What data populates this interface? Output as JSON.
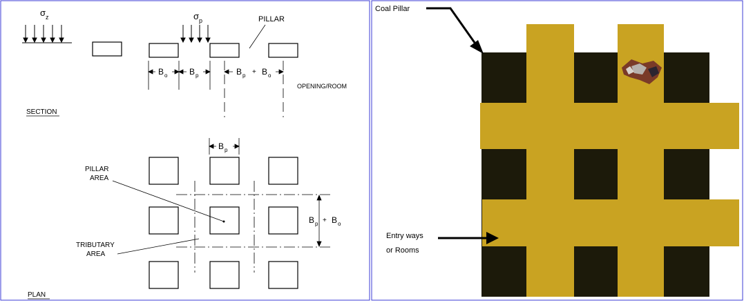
{
  "left_panel": {
    "sigma_z": {
      "symbol": "σ",
      "sub": "z"
    },
    "sigma_p": {
      "symbol": "σ",
      "sub": "p"
    },
    "pillar_label": "PILLAR",
    "section_label": "SECTION",
    "plan_label": "PLAN",
    "opening_room_label": "OPENING/ROOM",
    "dim_bo": {
      "main": "B",
      "sub": "o"
    },
    "dim_bp": {
      "main": "B",
      "sub": "p"
    },
    "dim_bp_plus_bo": {
      "a": "B",
      "a_sub": "p",
      "plus": "+",
      "b": "B",
      "b_sub": "o"
    },
    "plan_dim_bp": {
      "main": "B",
      "sub": "p"
    },
    "plan_dim_bp_plus_bo": {
      "a": "B",
      "a_sub": "p",
      "plus": "+",
      "b": "B",
      "b_sub": "o"
    },
    "pillar_area_line1": "PILLAR",
    "pillar_area_line2": "AREA",
    "tributary_area_line1": "TRIBUTARY",
    "tributary_area_line2": "AREA"
  },
  "right_panel": {
    "coal_pillar_label": "Coal Pillar",
    "entry_ways_line1": "Entry ways",
    "entry_ways_line2": "or Rooms",
    "colors": {
      "pillar": "#1c1a0a",
      "room": "#c9a322",
      "border": "#3b3bd6"
    }
  }
}
